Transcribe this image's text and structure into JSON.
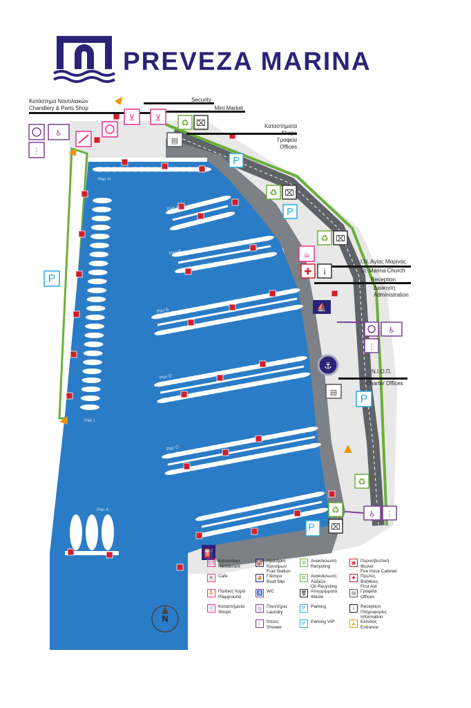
{
  "brand": {
    "name": "PREVEZA MARINA"
  },
  "colors": {
    "water": "#2b7cc6",
    "land": "#e6e6e6",
    "road": "#5f6266",
    "green": "#6cae3b",
    "brand": "#2c2378",
    "shops": "#e8328a",
    "wc": "#7a3f98",
    "hydrant": "#d01f2b",
    "parking": "#29a9e0",
    "berth": "#ffffff"
  },
  "callouts": {
    "chandlery_gr": "Κατάστημα Ναυτιλιακών",
    "chandlery_en": "Chandlery & Parts Shop",
    "security": "Security",
    "minimarket": "Mini Market",
    "shops_gr": "Καταστήματα",
    "shops_en": "Shops",
    "offices_gr": "Γραφεία",
    "offices_en": "Offices",
    "church_gr": "Ι.Ν. Αγίας Μαρίνας",
    "church_en": "St. Marina Church",
    "reception": "Reception",
    "admin_gr": "Διοίκηση",
    "admin_en": "Administration",
    "niop": "Ν.Ι.Ο.Π.",
    "charter": "Charter Offices"
  },
  "piers": [
    "Pier H",
    "Pier G",
    "Pier F",
    "Pier E",
    "Pier D",
    "Pier C",
    "Pier B",
    "Pier I",
    "Pier A"
  ],
  "compass": "N",
  "legend": [
    {
      "icon": "restaurant-icon",
      "glyph": "🍽",
      "color": "#e8328a",
      "label": "Εστιατόριο\nRestaurant"
    },
    {
      "icon": "cafe-icon",
      "glyph": "☕",
      "color": "#e8328a",
      "label": "Cafe"
    },
    {
      "icon": "playground-icon",
      "glyph": "⛹",
      "color": "#e8328a",
      "label": "Παιδική Χαρά\nPlayground"
    },
    {
      "icon": "shops-icon",
      "glyph": "🛒",
      "color": "#e8328a",
      "label": "Καταστήματα\nShops"
    },
    {
      "icon": "fuel-station-icon",
      "glyph": "⛽",
      "color": "#2c2378",
      "label": "Πρατήριο\nΚαυσίμων\nFuel Station"
    },
    {
      "icon": "boat-slip-icon",
      "glyph": "⛵",
      "color": "#2c2378",
      "label": "Γλίστρα\nBoat Slip"
    },
    {
      "icon": "wc-icon",
      "glyph": "♿",
      "color": "#7a3f98",
      "label": "WC"
    },
    {
      "icon": "laundry-icon",
      "glyph": "◎",
      "color": "#7a3f98",
      "label": "Πλυντήρια\nLaundry"
    },
    {
      "icon": "shower-icon",
      "glyph": "⋮",
      "color": "#7a3f98",
      "label": "Ντους\nShower"
    },
    {
      "icon": "recycling-icon",
      "glyph": "♻",
      "color": "#6cae3b",
      "label": "Ανακύκλωση\nRecycling"
    },
    {
      "icon": "oil-recycling-icon",
      "glyph": "♻",
      "color": "#6cae3b",
      "label": "Ανακύκλωση\nΛαδιών\nOil Recycling"
    },
    {
      "icon": "waste-icon",
      "glyph": "🗑",
      "color": "#222222",
      "label": "Απορρίμματα\nWaste"
    },
    {
      "icon": "parking-icon",
      "glyph": "P",
      "color": "#29a9e0",
      "label": "Parking"
    },
    {
      "icon": "parking-vip-icon",
      "glyph": "P",
      "color": "#29a9e0",
      "label": "Parking VIP"
    },
    {
      "icon": "fire-hose-icon",
      "glyph": "▣",
      "color": "#d01f2b",
      "label": "Πυροσβεστική\nΦωλιά\nFire Hose Cabinet"
    },
    {
      "icon": "first-aid-icon",
      "glyph": "✚",
      "color": "#d01f2b",
      "label": "Πρώτες\nΒοήθειες\nFirst Aid"
    },
    {
      "icon": "offices-icon",
      "glyph": "▤",
      "color": "#555555",
      "label": "Γραφεία\nOffices"
    },
    {
      "icon": "information-icon",
      "glyph": "i",
      "color": "#222222",
      "label": "Reception\nΠληροφορίες\nInformation"
    },
    {
      "icon": "entrance-icon",
      "glyph": "▲",
      "color": "#f39200",
      "label": "Είσοδος\nEntrance"
    }
  ]
}
